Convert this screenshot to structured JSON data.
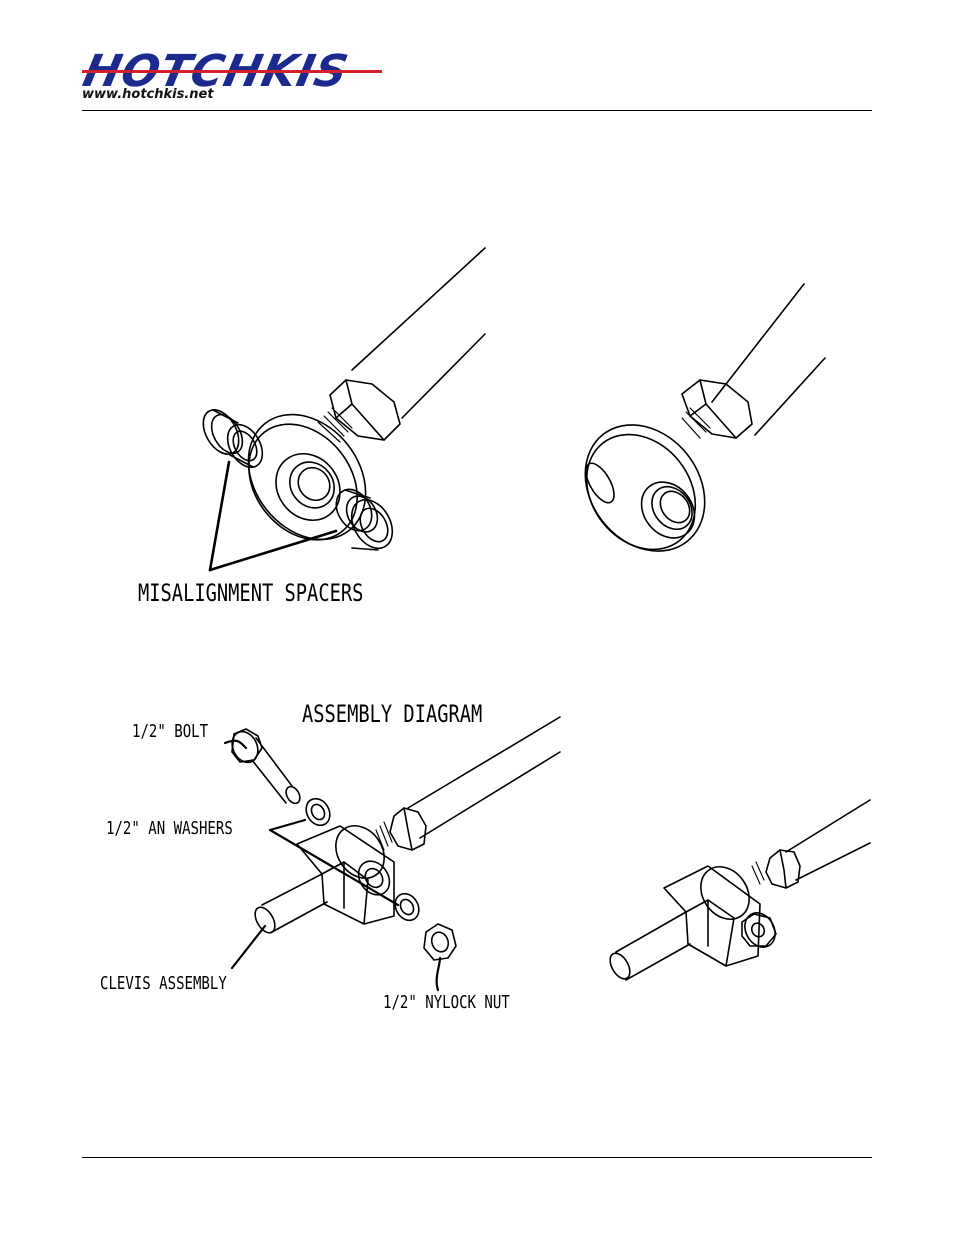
{
  "header": {
    "logo_text": "HOTCHKIS",
    "url": "www.hotchkis.net",
    "brand_colors": {
      "primary": "#1b2a8c",
      "accent": "#d61f2a"
    }
  },
  "figures": {
    "top_callout": "MISALIGNMENT SPACERS",
    "assembly_title": "ASSEMBLY DIAGRAM",
    "parts": {
      "bolt": "1/2\" BOLT",
      "washers": "1/2\" AN WASHERS",
      "clevis": "CLEVIS ASSEMBLY",
      "nut": "1/2\" NYLOCK NUT"
    }
  }
}
